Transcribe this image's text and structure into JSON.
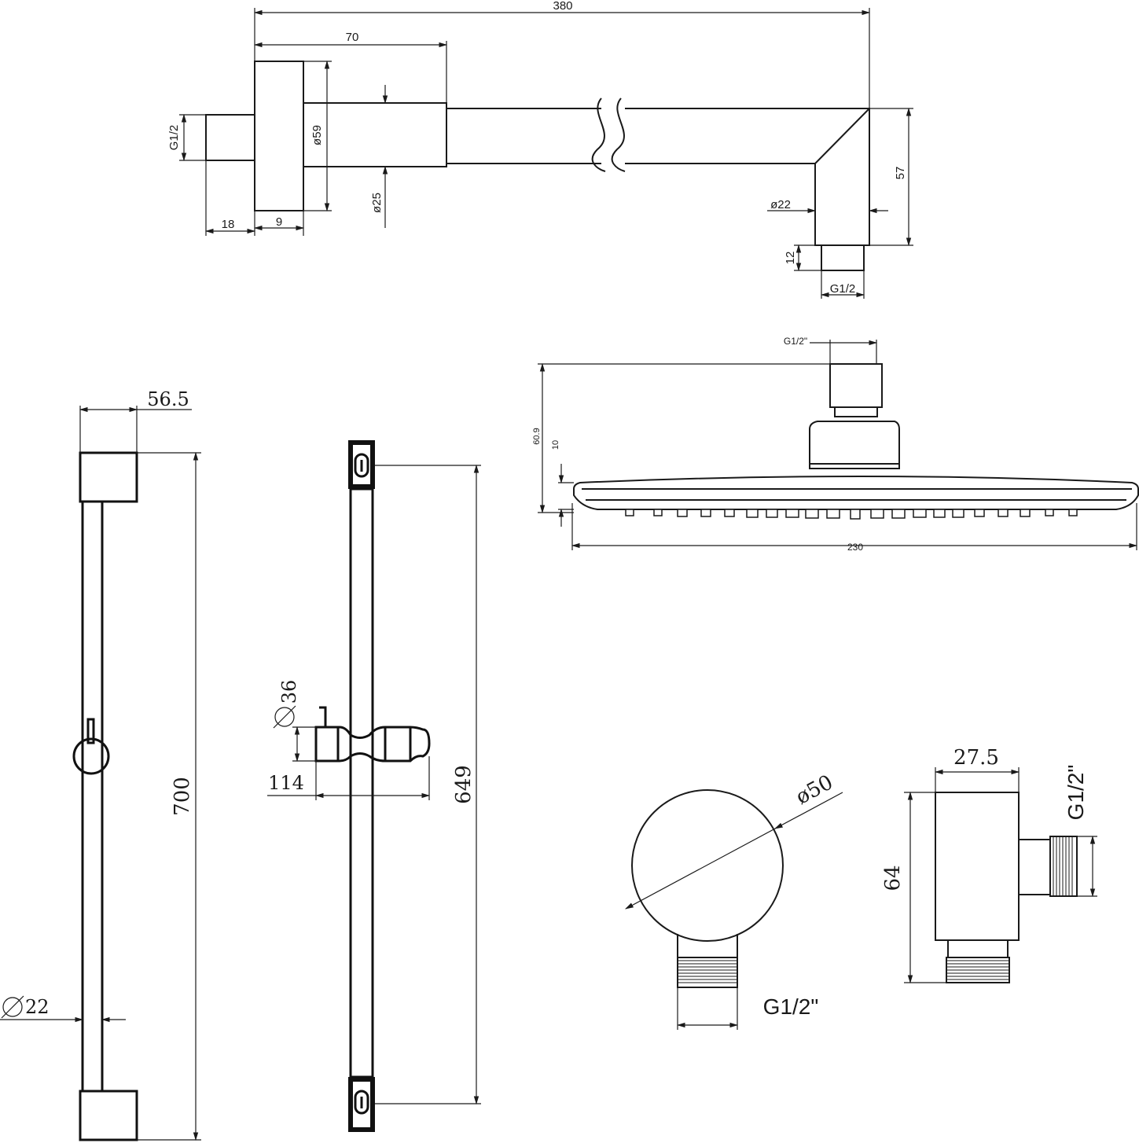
{
  "shower_arm": {
    "dim_length_total": "380",
    "dim_flange_to_bend": "70",
    "dim_thread_left": "G1/2",
    "dim_flange_dia": "ø59",
    "dim_arm_width": "ø25",
    "dim_thread_len": "18",
    "dim_flange_depth": "9",
    "dim_drop_height": "57",
    "dim_outlet_dia": "ø22",
    "dim_outlet_thread_len": "12",
    "dim_thread_bottom": "G1/2"
  },
  "shower_head": {
    "dim_thread": "G1/2\"",
    "dim_height": "60.9",
    "dim_plate_height": "10",
    "dim_width": "230"
  },
  "slide_rail": {
    "dim_bracket_width": "56.5",
    "dim_length": "700",
    "dim_bar_dia": "22"
  },
  "slider_bar": {
    "dim_holder_dia": "36",
    "dim_holder_depth": "114",
    "dim_bar_length": "649"
  },
  "wall_outlet": {
    "dim_dia": "ø50",
    "dim_thread_front": "G1/2\"",
    "dim_depth": "27.5",
    "dim_height": "64",
    "dim_thread_side": "G1/2\""
  }
}
